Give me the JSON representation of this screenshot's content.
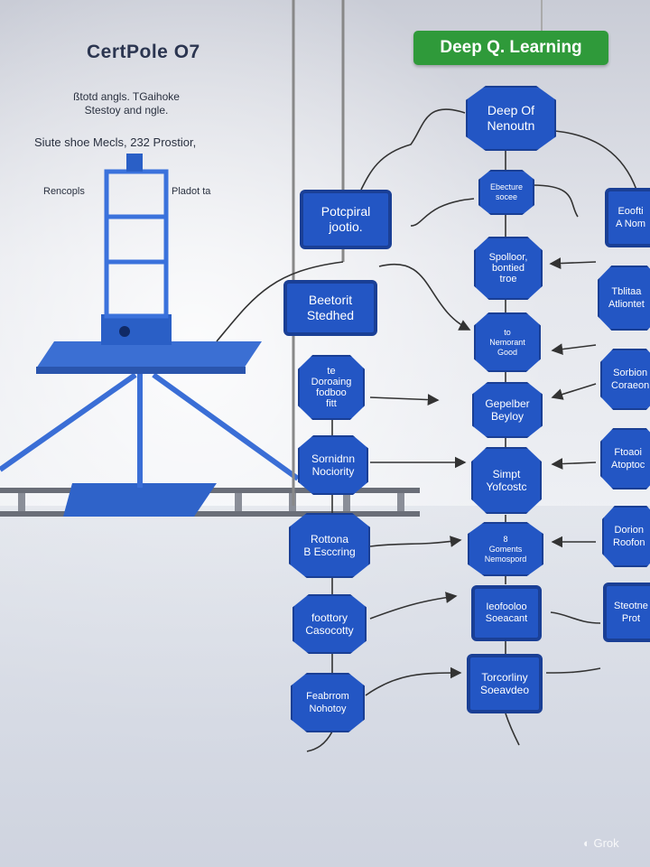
{
  "title": "CertPole O7",
  "left_notes": {
    "line1": "ßtotd angls. TGaihoke\nStestoy and ngle.",
    "line2": "Siute shoe Mecls,  232  Prostior,",
    "label_left": "Rencopls",
    "label_right": "Pladot ta"
  },
  "banner": "Deep Q. Learning",
  "nodes": {
    "top": "Deep Of\nNenoutn",
    "center": [
      "Ebecture\nsocee",
      "Spolloor,\nbontied\ntroe",
      "to\nNemorant\nGood",
      "Gepelber\nBeyloy",
      "Simpt\nYofcostc",
      "8\nGoments\nNemospord",
      "Ieofooloo\nSoeacant",
      "Torcorliny\nSoeavdeo"
    ],
    "left": [
      "Potcpiral\njootio.",
      "Beetorit\nStedhed",
      "te\nDoroaing\nfodboo\nfitt",
      "Sornidnn\nNociority",
      "Rottona\nB Esccring",
      "foottory\nCasocotty",
      "Feabrrom\nNohotoy"
    ],
    "right": [
      "Eoofti\nA Nom",
      "Tblitaa\nAtliontet",
      "Sorbion\nCoraeon",
      "Ftoaoi\nAtoptoc",
      "Dorion\nRoofon",
      "Steotne\nProt"
    ]
  },
  "watermark": "Grok",
  "colors": {
    "node": "#2356c4",
    "banner": "#2f9a3a",
    "cart": "#3b6fd3"
  }
}
